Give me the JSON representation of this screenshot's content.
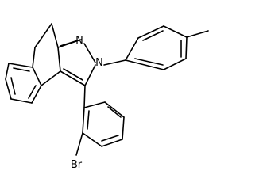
{
  "molecule": {
    "atoms": [
      {
        "symbol": "N",
        "role": "pyrazole-n1"
      },
      {
        "symbol": "N",
        "role": "pyrazole-n2"
      },
      {
        "symbol": "Br",
        "role": "bromo-substituent"
      }
    ]
  }
}
